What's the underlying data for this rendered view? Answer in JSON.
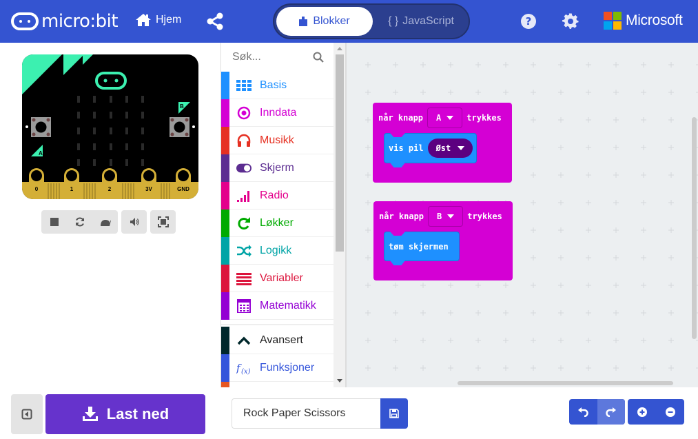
{
  "header": {
    "logo_text": "micro:bit",
    "home_label": "Hjem",
    "mode_blocks_label": "Blokker",
    "mode_js_label": "JavaScript",
    "mode_js_prefix": "{ }",
    "brand": "Microsoft",
    "colors": {
      "background": "#3454D1",
      "toggle_dark": "#2B3F8F"
    }
  },
  "simulator": {
    "pins": [
      "0",
      "1",
      "2",
      "3V",
      "GND"
    ],
    "button_a_label": "A",
    "button_b_label": "B",
    "controls": [
      "stop",
      "restart",
      "slow-motion",
      "mute",
      "fullscreen"
    ]
  },
  "toolbox": {
    "search_placeholder": "Søk...",
    "categories": [
      {
        "label": "Basis",
        "color": "#1E90FF",
        "icon": "grid-icon"
      },
      {
        "label": "Inndata",
        "color": "#D400D4",
        "icon": "target-icon"
      },
      {
        "label": "Musikk",
        "color": "#E63022",
        "icon": "headphones-icon"
      },
      {
        "label": "Skjerm",
        "color": "#5C2D91",
        "icon": "toggle-icon"
      },
      {
        "label": "Radio",
        "color": "#E3008C",
        "icon": "signal-icon"
      },
      {
        "label": "Løkker",
        "color": "#00AA00",
        "icon": "loop-icon"
      },
      {
        "label": "Logikk",
        "color": "#00A4A6",
        "icon": "shuffle-icon"
      },
      {
        "label": "Variabler",
        "color": "#DC143C",
        "icon": "lines-icon"
      },
      {
        "label": "Matematikk",
        "color": "#9400D3",
        "icon": "calculator-icon"
      }
    ],
    "advanced": [
      {
        "label": "Avansert",
        "color": "#00272B",
        "icon": "chevron-up-icon"
      },
      {
        "label": "Funksjoner",
        "color": "#3455DB",
        "icon": "function-icon"
      }
    ]
  },
  "workspace": {
    "blocks": [
      {
        "event_prefix": "når knapp",
        "button": "A",
        "event_suffix": "trykkes",
        "statement": "vis pil",
        "arrow_value": "Øst"
      },
      {
        "event_prefix": "når knapp",
        "button": "B",
        "event_suffix": "trykkes",
        "statement": "tøm skjermen"
      }
    ]
  },
  "bottom": {
    "download_label": "Last ned",
    "project_name": "Rock Paper Scissors"
  }
}
